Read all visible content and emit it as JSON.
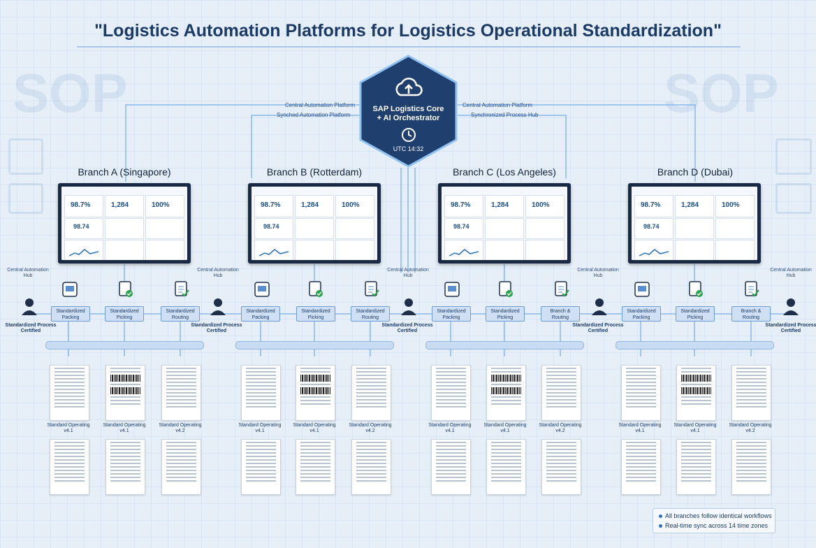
{
  "title": "\"Logistics Automation Platforms for Logistics Operational Standardization\"",
  "watermark": "SOP",
  "hub": {
    "line1": "SAP Logistics Core",
    "line2": "+ AI Orchestrator",
    "time": "UTC 14:32",
    "icon": "cloud-upload-icon"
  },
  "feed_labels": {
    "left_top": "Central Automation Platform",
    "left_bottom": "Synched Automation Platform",
    "right_top": "Central Automation Platform",
    "right_bottom": "Synchronized Process Hub"
  },
  "branches": [
    {
      "name": "Branch A (Singapore)",
      "kpi1": "98.7%",
      "kpi2": "1,284",
      "kpi3": "100%",
      "kpi4": "98.74"
    },
    {
      "name": "Branch B (Rotterdam)",
      "kpi1": "98.7%",
      "kpi2": "1,284",
      "kpi3": "100%",
      "kpi4": "98.74"
    },
    {
      "name": "Branch C (Los Angeles)",
      "kpi1": "98.7%",
      "kpi2": "1,284",
      "kpi3": "100%",
      "kpi4": "98.74"
    },
    {
      "name": "Branch D (Dubai)",
      "kpi1": "98.7%",
      "kpi2": "1,284",
      "kpi3": "100%",
      "kpi4": "98.74"
    }
  ],
  "side_label": "Central Automation Hub",
  "cert_label": "Standardized Process Certified",
  "stages": {
    "s1": "Standardized Packing",
    "s2": "Standardized Picking",
    "s3": "Standardized Routing",
    "s3_alt": "Branch & Routing"
  },
  "docs": {
    "label1": "Standard Operating v4.1",
    "label2": "Standard Operating v4.2"
  },
  "legend": {
    "item1": "All branches follow identical workflows",
    "item2": "Real-time sync across 14 time zones"
  },
  "colors": {
    "hub": "#1f3f6e",
    "wire": "#5fa3e6",
    "accent": "#2d6fc2",
    "check": "#27a34a"
  }
}
